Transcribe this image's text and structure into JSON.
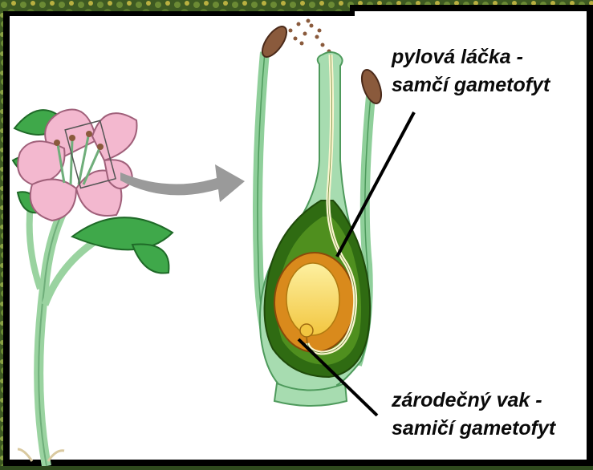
{
  "labels": {
    "pollen_tube": {
      "line1": "pylová láčka -",
      "line2": "samčí gametofyt"
    },
    "embryo_sac": {
      "line1": "zárodečný vak -",
      "line2": "samičí gametofyt"
    }
  },
  "colors": {
    "stem_green": "#8fcf9a",
    "ovary_dark_green": "#2f6b12",
    "ovule_orange": "#d98a1c",
    "embryo_sac_yellow": "#f7de6a",
    "anther_brown": "#8a5a3c",
    "petal_pink": "#f3b8cf",
    "arrow_gray": "#9a9a9a",
    "frame_black": "#000000",
    "background_foliage": "#4a6a2a"
  }
}
